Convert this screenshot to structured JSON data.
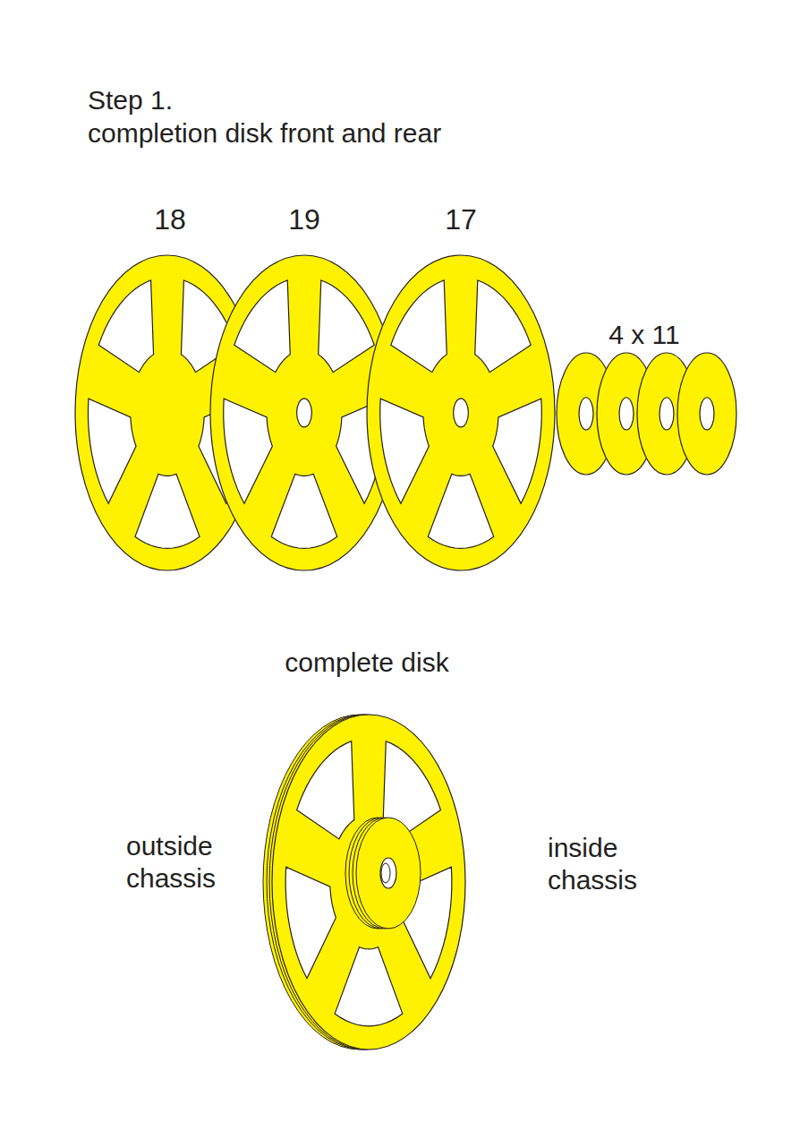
{
  "diagram": {
    "title": "Step 1.",
    "labels": [
      "completion disk front and rear",
      "18",
      "19",
      "17",
      "4 x 11",
      "complete disk",
      "outside chassis",
      "inside chassis"
    ]
  }
}
